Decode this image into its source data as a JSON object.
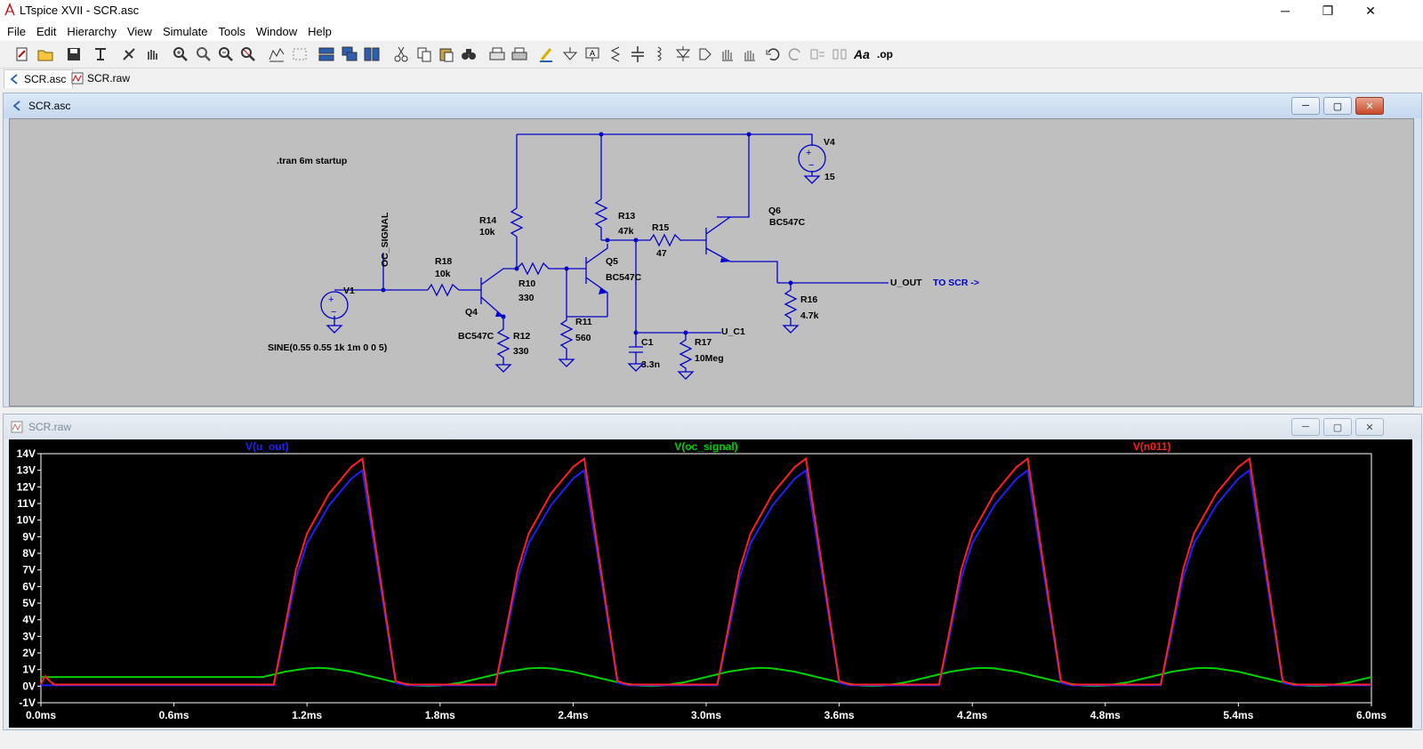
{
  "window": {
    "title": "LTspice XVII - SCR.asc",
    "minimize": "─",
    "maximize": "❐",
    "close": "✕"
  },
  "menu": [
    "File",
    "Edit",
    "Hierarchy",
    "View",
    "Simulate",
    "Tools",
    "Window",
    "Help"
  ],
  "tabs": [
    {
      "label": "SCR.asc"
    },
    {
      "label": "SCR.raw"
    }
  ],
  "schematic_window": {
    "title": "SCR.asc",
    "directive": ".tran 6m startup",
    "labels": {
      "v1": "V1",
      "v1_value": "SINE(0.55 0.55 1k 1m 0 0 5)",
      "oc_signal": "OC_SIGNAL",
      "r18": "R18",
      "r18_value": "10k",
      "q4": "Q4",
      "q4_model": "BC547C",
      "r14": "R14",
      "r14_value": "10k",
      "r10": "R10",
      "r10_value": "330",
      "r12": "R12",
      "r12_value": "330",
      "r11": "R11",
      "r11_value": "560",
      "r13": "R13",
      "r13_value": "47k",
      "q5": "Q5",
      "q5_model": "BC547C",
      "r15": "R15",
      "r15_value": "47",
      "q6": "Q6",
      "q6_model": "BC547C",
      "v4": "V4",
      "v4_value": "15",
      "c1": "C1",
      "c1_value": "3.3n",
      "r17": "R17",
      "r17_value": "10Meg",
      "u_c1": "U_C1",
      "r16": "R16",
      "r16_value": "4.7k",
      "u_out": "U_OUT",
      "to_scr": "TO SCR ->"
    }
  },
  "waveform_window": {
    "title": "SCR.raw"
  },
  "chart_data": {
    "type": "line",
    "title": "",
    "xlabel": "",
    "ylabel": "",
    "xlim": [
      0,
      6
    ],
    "ylim": [
      -1,
      14
    ],
    "x_unit": "ms",
    "y_unit": "V",
    "x_ticks": [
      "0.0ms",
      "0.6ms",
      "1.2ms",
      "1.8ms",
      "2.4ms",
      "3.0ms",
      "3.6ms",
      "4.2ms",
      "4.8ms",
      "5.4ms",
      "6.0ms"
    ],
    "y_ticks": [
      "14V",
      "13V",
      "12V",
      "11V",
      "10V",
      "9V",
      "8V",
      "7V",
      "6V",
      "5V",
      "4V",
      "3V",
      "2V",
      "1V",
      "0V",
      "-1V"
    ],
    "grid": false,
    "background": "#000000",
    "series": [
      {
        "name": "V(u_out)",
        "color": "#2020ff",
        "x": [
          0,
          0.02,
          0.05,
          1.05,
          1.1,
          1.15,
          1.2,
          1.3,
          1.4,
          1.45,
          1.6,
          1.65,
          2.05,
          2.1,
          2.15,
          2.2,
          2.3,
          2.4,
          2.45,
          2.6,
          2.65,
          3.05,
          3.1,
          3.15,
          3.2,
          3.3,
          3.4,
          3.45,
          3.6,
          3.65,
          4.05,
          4.1,
          4.15,
          4.2,
          4.3,
          4.4,
          4.45,
          4.6,
          4.65,
          5.05,
          5.1,
          5.15,
          5.2,
          5.3,
          5.4,
          5.45,
          5.6,
          5.65,
          6.0
        ],
        "y": [
          0.05,
          0.05,
          0.05,
          0.05,
          3.2,
          6.5,
          8.6,
          10.9,
          12.5,
          13.0,
          0.2,
          0.05,
          0.05,
          3.2,
          6.5,
          8.6,
          10.9,
          12.5,
          13.0,
          0.2,
          0.05,
          0.05,
          3.2,
          6.5,
          8.6,
          10.9,
          12.5,
          13.0,
          0.2,
          0.05,
          0.05,
          3.2,
          6.5,
          8.6,
          10.9,
          12.5,
          13.0,
          0.2,
          0.05,
          0.05,
          3.2,
          6.5,
          8.6,
          10.9,
          12.5,
          13.0,
          0.2,
          0.05,
          0.05
        ]
      },
      {
        "name": "V(oc_signal)",
        "color": "#00d000",
        "x": [
          0,
          1.0,
          1.1,
          1.2,
          1.25,
          1.3,
          1.4,
          1.5,
          1.6,
          1.7,
          1.75,
          1.8,
          1.9,
          2.0,
          2.1,
          2.2,
          2.25,
          2.3,
          2.4,
          2.5,
          2.6,
          2.7,
          2.75,
          2.8,
          2.9,
          3.0,
          3.1,
          3.2,
          3.25,
          3.3,
          3.4,
          3.5,
          3.6,
          3.7,
          3.75,
          3.8,
          3.9,
          4.0,
          4.1,
          4.2,
          4.25,
          4.3,
          4.4,
          4.5,
          4.6,
          4.7,
          4.75,
          4.8,
          4.9,
          5.0,
          5.1,
          5.2,
          5.25,
          5.3,
          5.4,
          5.5,
          5.6,
          5.7,
          5.75,
          5.8,
          5.9,
          6.0
        ],
        "y": [
          0.55,
          0.55,
          0.87,
          1.07,
          1.1,
          1.07,
          0.87,
          0.55,
          0.23,
          0.03,
          0.0,
          0.03,
          0.23,
          0.55,
          0.87,
          1.07,
          1.1,
          1.07,
          0.87,
          0.55,
          0.23,
          0.03,
          0.0,
          0.03,
          0.23,
          0.55,
          0.87,
          1.07,
          1.1,
          1.07,
          0.87,
          0.55,
          0.23,
          0.03,
          0.0,
          0.03,
          0.23,
          0.55,
          0.87,
          1.07,
          1.1,
          1.07,
          0.87,
          0.55,
          0.23,
          0.03,
          0.0,
          0.03,
          0.23,
          0.55,
          0.87,
          1.07,
          1.1,
          1.07,
          0.87,
          0.55,
          0.23,
          0.03,
          0.0,
          0.03,
          0.23,
          0.55
        ]
      },
      {
        "name": "V(n011)",
        "color": "#ff2020",
        "x": [
          0,
          0.01,
          0.02,
          0.04,
          0.06,
          1.05,
          1.1,
          1.15,
          1.2,
          1.3,
          1.4,
          1.45,
          1.6,
          1.65,
          2.05,
          2.1,
          2.15,
          2.2,
          2.3,
          2.4,
          2.45,
          2.6,
          2.65,
          3.05,
          3.1,
          3.15,
          3.2,
          3.3,
          3.4,
          3.45,
          3.6,
          3.65,
          4.05,
          4.1,
          4.15,
          4.2,
          4.3,
          4.4,
          4.45,
          4.6,
          4.65,
          5.05,
          5.1,
          5.15,
          5.2,
          5.3,
          5.4,
          5.45,
          5.6,
          5.65,
          6.0
        ],
        "y": [
          0.1,
          0.4,
          0.6,
          0.3,
          0.1,
          0.1,
          3.5,
          7.0,
          9.2,
          11.6,
          13.2,
          13.7,
          0.3,
          0.1,
          0.1,
          3.5,
          7.0,
          9.2,
          11.6,
          13.2,
          13.7,
          0.3,
          0.1,
          0.1,
          3.5,
          7.0,
          9.2,
          11.6,
          13.2,
          13.7,
          0.3,
          0.1,
          0.1,
          3.5,
          7.0,
          9.2,
          11.6,
          13.2,
          13.7,
          0.3,
          0.1,
          0.1,
          3.5,
          7.0,
          9.2,
          11.6,
          13.2,
          13.7,
          0.3,
          0.1,
          0.1
        ]
      }
    ]
  }
}
